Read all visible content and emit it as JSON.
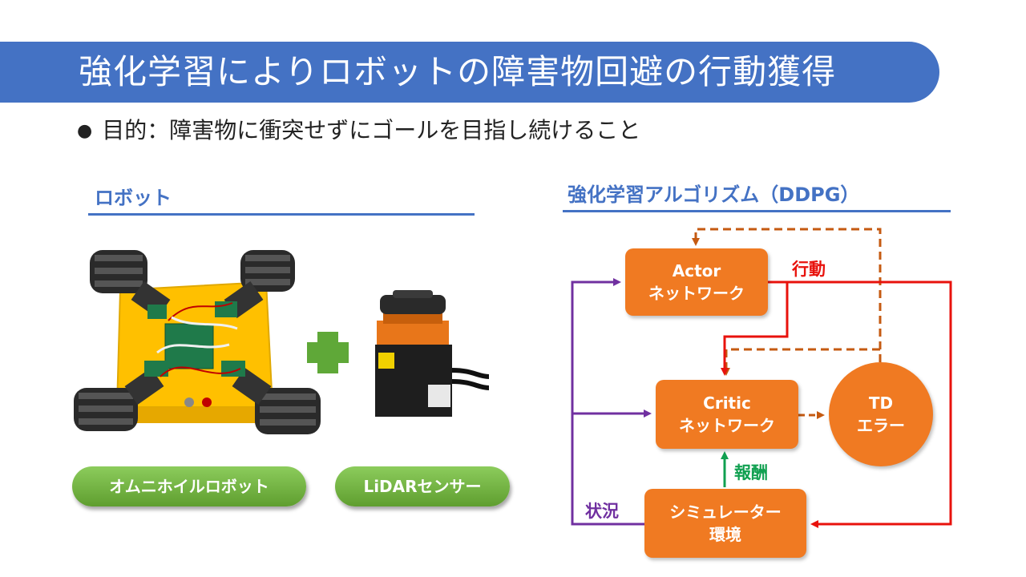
{
  "title": "強化学習によりロボットの障害物回避の行動獲得",
  "bullet": "目的：障害物に衝突せずにゴールを目指し続けること",
  "left_section": {
    "heading": "ロボット",
    "labels": {
      "robot": "オムニホイルロボット",
      "sensor": "LiDARセンサー"
    }
  },
  "right_section": {
    "heading": "強化学習アルゴリズム（DDPG）",
    "nodes": {
      "actor": {
        "line1": "Actor",
        "line2": "ネットワーク"
      },
      "critic": {
        "line1": "Critic",
        "line2": "ネットワーク"
      },
      "td": {
        "line1": "TD",
        "line2": "エラー"
      },
      "env": {
        "line1": "シミュレーター",
        "line2": "環境"
      }
    },
    "edge_labels": {
      "action": "行動",
      "reward": "報酬",
      "state": "状況"
    }
  },
  "colors": {
    "accent": "#4472c4",
    "node": "#f07a22",
    "action_arrow": "#e8120c",
    "reward_arrow": "#10a050",
    "state_arrow": "#7030a0",
    "td_dashed": "#c55a11",
    "pill": "#6aac3a",
    "plus": "#5fa838"
  }
}
